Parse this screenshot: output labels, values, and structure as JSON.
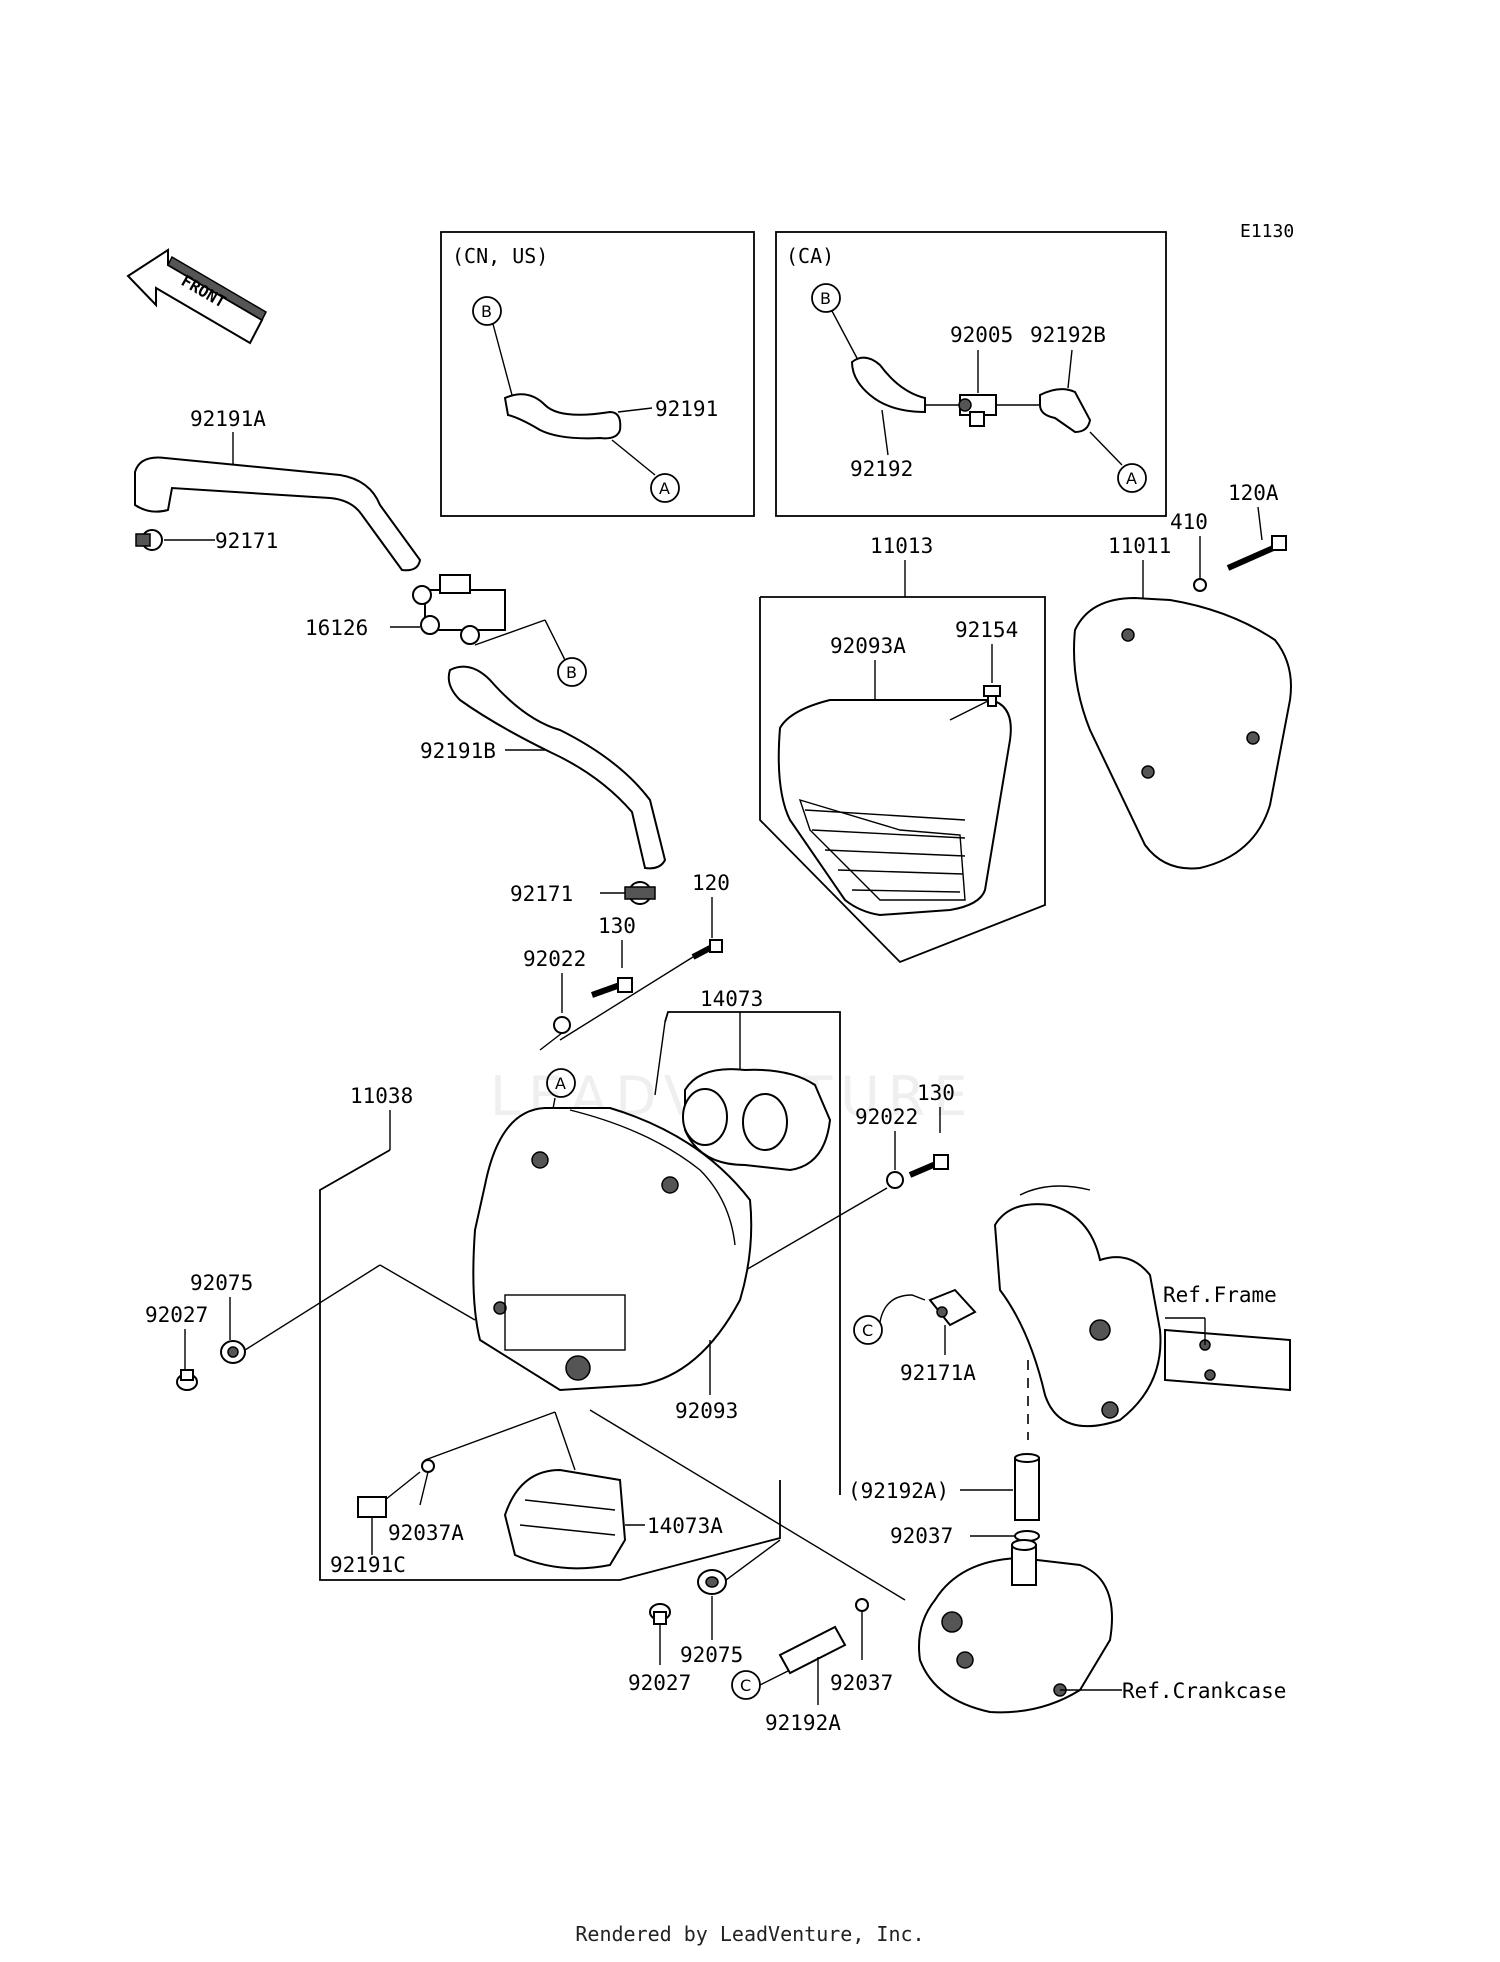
{
  "diagram_code": "E1130",
  "front_label": "FRONT",
  "watermark": "LEADVENTURE",
  "footer": "Rendered by LeadVenture, Inc.",
  "regions": {
    "cn_us": "(CN, US)",
    "ca": "(CA)"
  },
  "connectors": {
    "a": "A",
    "b": "B",
    "c": "C"
  },
  "parts": {
    "p92191A": "92191A",
    "p92171_top": "92171",
    "p16126": "16126",
    "p92191B": "92191B",
    "p92171_mid": "92171",
    "p92191": "92191",
    "p92005": "92005",
    "p92192B": "92192B",
    "p92192": "92192",
    "p11013": "11013",
    "p92093A": "92093A",
    "p92154": "92154",
    "p11011": "11011",
    "p410": "410",
    "p120A": "120A",
    "p120": "120",
    "p130_top": "130",
    "p92022_top": "92022",
    "p14073": "14073",
    "p130_right": "130",
    "p92022_right": "92022",
    "p11038": "11038",
    "p92075_left": "92075",
    "p92027_left": "92027",
    "p92093": "92093",
    "p92171A": "92171A",
    "p92192A_paren": "(92192A)",
    "p92037_right": "92037",
    "p92037A": "92037A",
    "p14073A": "14073A",
    "p92191C": "92191C",
    "p92027_bottom": "92027",
    "p92075_bottom": "92075",
    "p92192A_bottom": "92192A",
    "p92037_bottom": "92037"
  },
  "refs": {
    "frame": "Ref.Frame",
    "crankcase": "Ref.Crankcase"
  }
}
